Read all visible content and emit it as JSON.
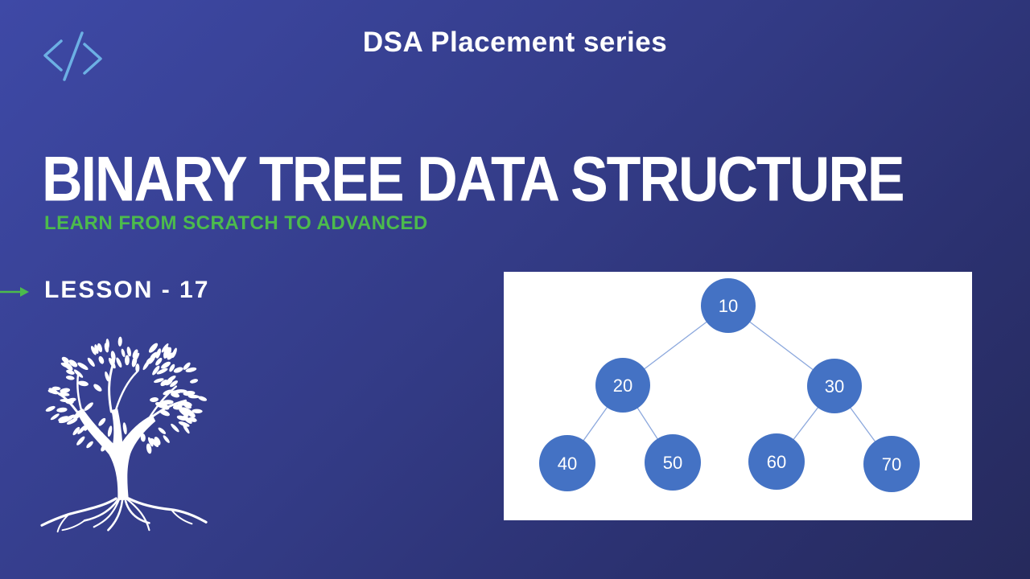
{
  "header": {
    "series_title": "DSA Placement series"
  },
  "main": {
    "title": "BINARY TREE DATA STRUCTURE",
    "subtitle": "LEARN FROM SCRATCH TO ADVANCED",
    "lesson_label": "LESSON - 17"
  },
  "icons": {
    "code_icon": "angle-brackets-with-slash",
    "lesson_arrow": "right-arrow",
    "logo": "white-tree-silhouette-with-roots"
  },
  "colors": {
    "background_top_left": "#3e49a6",
    "background_bottom_right": "#262a5c",
    "accent_green": "#4cbb4c",
    "icon_light_blue": "#6cb0e4",
    "panel_background": "#ffffff",
    "node_fill": "#4472c4",
    "edge_color": "#8ca8dd",
    "text_white": "#ffffff"
  },
  "diagram": {
    "type": "binary-tree",
    "nodes": [
      {
        "id": "root",
        "label": "10"
      },
      {
        "id": "left",
        "label": "20"
      },
      {
        "id": "right",
        "label": "30"
      },
      {
        "id": "left-left",
        "label": "40"
      },
      {
        "id": "left-right",
        "label": "50"
      },
      {
        "id": "right-left",
        "label": "60"
      },
      {
        "id": "right-right",
        "label": "70"
      }
    ],
    "edges": [
      [
        "10",
        "20"
      ],
      [
        "10",
        "30"
      ],
      [
        "20",
        "40"
      ],
      [
        "20",
        "50"
      ],
      [
        "30",
        "60"
      ],
      [
        "30",
        "70"
      ]
    ]
  }
}
